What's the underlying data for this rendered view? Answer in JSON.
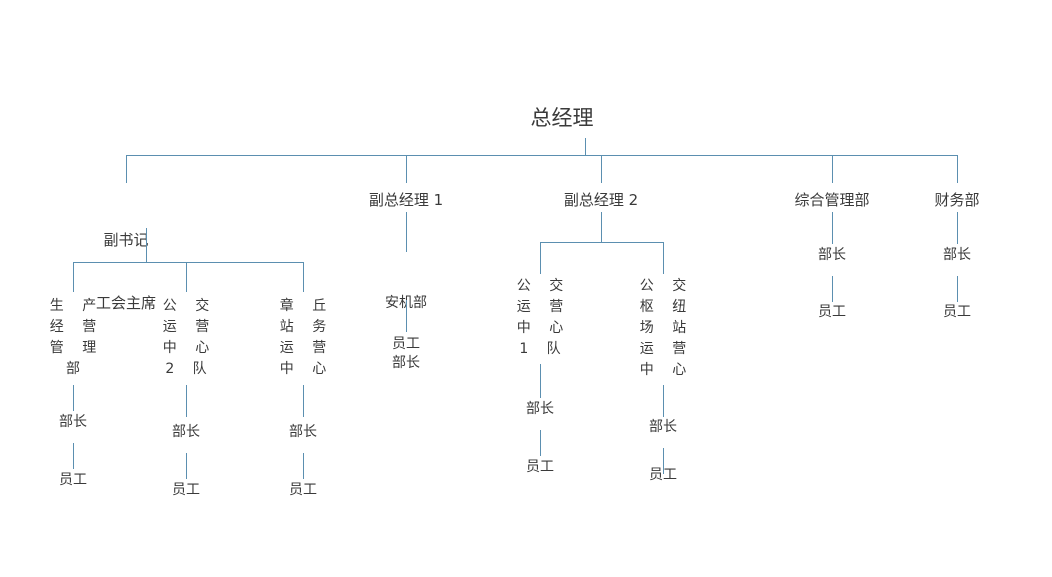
{
  "diagram": {
    "type": "org-chart",
    "title_node": "总经理",
    "line_color": "#5b8fb0",
    "text_color": "#3a3a3a",
    "background": "#ffffff"
  },
  "nodes": {
    "root": "总经理",
    "level1": [
      {
        "id": "deputy-secretary",
        "line1": "副书记",
        "line2": "工会主席"
      },
      {
        "id": "deputy-gm-1",
        "line1": "副总经理 1"
      },
      {
        "id": "deputy-gm-2",
        "line1": "副总经理 2"
      },
      {
        "id": "general-admin-dept",
        "line1": "综合管理部"
      },
      {
        "id": "finance-dept",
        "line1": "财务部"
      }
    ],
    "vertical_labels": [
      {
        "id": "production-operations-management-dept",
        "text": "生产经营管理部",
        "rows": [
          "生 产",
          "经 营",
          "管 理",
          "部"
        ]
      },
      {
        "id": "bus-operations-center-team-2",
        "text": "公交运营中心2队",
        "rows": [
          "公 交",
          "运 营",
          "中 心",
          "2 队"
        ]
      },
      {
        "id": "zhangqiu-station-operations-center",
        "text": "章丘站务运营中心",
        "rows": [
          "章 丘",
          "站 务",
          "运 营",
          "中 心"
        ]
      },
      {
        "id": "bus-operations-center-team-1",
        "text": "公交运营中心1队",
        "rows": [
          "公 交",
          "运 营",
          "中 心",
          "1 队"
        ]
      },
      {
        "id": "bus-hub-station-operations-center",
        "text": "公交枢纽场站运营中心",
        "rows": [
          "公 交",
          "枢 纽",
          "场 站",
          "运 营",
          "中 心"
        ]
      }
    ],
    "safety-machinery-dept": "安机部",
    "labels": {
      "director": "部长",
      "staff": "员工"
    }
  }
}
